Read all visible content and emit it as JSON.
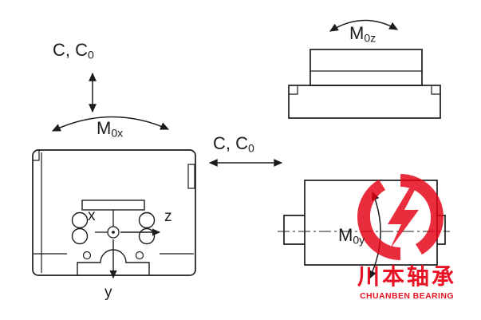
{
  "page": {
    "background": "#ffffff",
    "line_color": "#1c1c1c"
  },
  "labels": {
    "load_rating_left": {
      "main": "C, C",
      "sub": "0"
    },
    "load_rating_middle": {
      "main": "C, C",
      "sub": "0"
    },
    "moment_x": {
      "main": "M",
      "sub": "0x"
    },
    "moment_z": {
      "main": "M",
      "sub": "0z"
    },
    "moment_y": {
      "main": "M",
      "sub": "0y"
    },
    "axis_x": "x",
    "axis_y": "y",
    "axis_z": "z"
  },
  "watermark": {
    "chinese": "川本轴承",
    "english": "CHUANBEN BEARING",
    "color": "#e60012"
  },
  "icons": {
    "double_arrow_vertical": "double-headed straight arrow",
    "double_arrow_horizontal": "double-headed straight arrow",
    "moment_arc_arrows": "double-headed curved arrows"
  }
}
